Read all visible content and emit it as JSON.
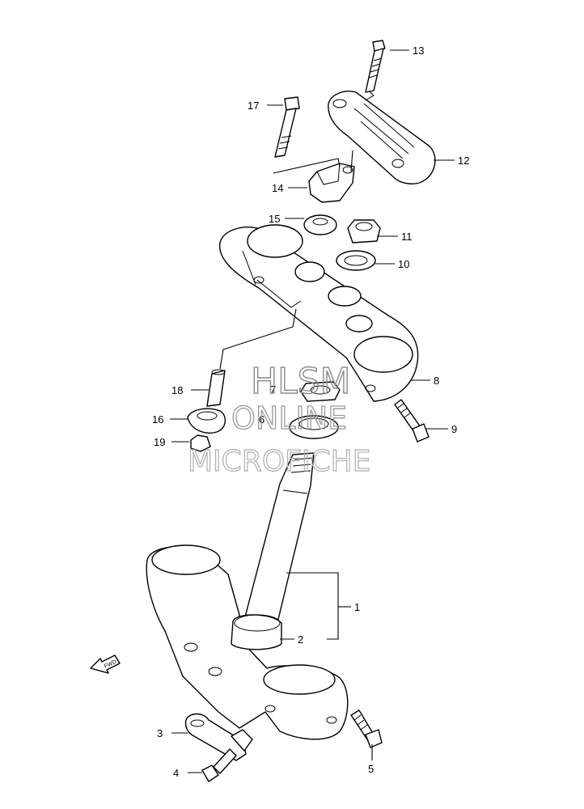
{
  "watermark": {
    "line1": "HLSM",
    "line2": "ONLINE",
    "line3": "MICROFICHE"
  },
  "fwd_label": "FWD",
  "callouts": [
    {
      "id": "1",
      "text": "1"
    },
    {
      "id": "2",
      "text": "2"
    },
    {
      "id": "3",
      "text": "3"
    },
    {
      "id": "4",
      "text": "4"
    },
    {
      "id": "5",
      "text": "5"
    },
    {
      "id": "6",
      "text": "6"
    },
    {
      "id": "7",
      "text": "7"
    },
    {
      "id": "8",
      "text": "8"
    },
    {
      "id": "9",
      "text": "9"
    },
    {
      "id": "10",
      "text": "10"
    },
    {
      "id": "11",
      "text": "11"
    },
    {
      "id": "12",
      "text": "12"
    },
    {
      "id": "13",
      "text": "13"
    },
    {
      "id": "14",
      "text": "14"
    },
    {
      "id": "15",
      "text": "15"
    },
    {
      "id": "16",
      "text": "16"
    },
    {
      "id": "17",
      "text": "17"
    },
    {
      "id": "18",
      "text": "18"
    },
    {
      "id": "19",
      "text": "19"
    }
  ]
}
